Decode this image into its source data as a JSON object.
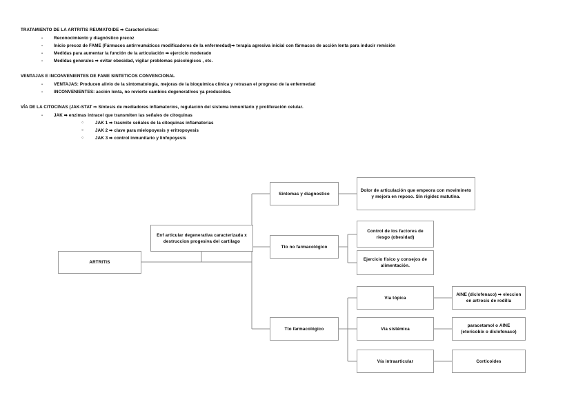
{
  "document": {
    "sections": [
      {
        "id": "tratamiento",
        "heading": "TRATAMIENTO DE LA ARTRITIS REUMATOIDE ➡  Características:",
        "bullets": [
          {
            "marker": "-",
            "text": "Reconocimiento y diagnóstico precoz"
          },
          {
            "marker": "-",
            "text": "Inicio precoz de FAME (Fármacos antirreumáticos modificadores de la enfermedad)➡  terapia agresiva inicial con fármacos de acción lenta para inducir remisión"
          },
          {
            "marker": "-",
            "text": "Medidas para aumentar la función de la articulación ➡  ejercicio moderado"
          },
          {
            "marker": "-",
            "text": "Medidas generales ➡  evitar obesidad, vigilar problemas psicológicos , etc."
          }
        ]
      },
      {
        "id": "ventajas",
        "heading": "VENTAJAS E INCONVENIENTES DE FAME SINTETICOS CONVENCIONAL",
        "bullets": [
          {
            "marker": "-",
            "text": "VENTAJAS: Producen alivio de la sintomatología, mejoras de la bioquímica clínica y retrasan el progreso de la enfermedad"
          },
          {
            "marker": "-",
            "text": "INCONVENIENTES: acción lenta, no revierte cambios degenerativos ya producidos."
          }
        ]
      },
      {
        "id": "citocinas",
        "heading": "VÍA DE LA CITOCINAS (JAK-STAT ⇨  Síntesis de mediadores inflamatorios, regulación del sistema inmunitario y proliferación celular.",
        "bullets": [
          {
            "marker": "-",
            "text": "JAK ➡  enzimas intracel que transmiten las señales de citoquinas"
          }
        ],
        "subbullets": [
          {
            "marker": "○",
            "text": "JAK 1 ➡  trasmite señales de la citoquinas inflamatorias"
          },
          {
            "marker": "○",
            "text": "JAK 2 ➡  clave para mielopoyesis y eritropoyesis"
          },
          {
            "marker": "○",
            "text": "JAK 3 ➡  control inmunitario y linfopoyesis"
          }
        ]
      }
    ]
  },
  "diagram": {
    "nodes": {
      "root": "ARTRITIS",
      "definition": "Enf articular degenerativa caracterizada x destruccion progesiva del cartilago",
      "sintomas": "Sintomas y diagnostico",
      "sintomas_detail": "Dolor de articulación que empeora con movimineto y mejora en reposo. Sin rigidez matutina.",
      "tto_no_farma": "Tto no farmacológico",
      "tto_no_farma_1": "Control de los factores de riesgo (obesidad)",
      "tto_no_farma_2": "Ejercicio físico y consejos de alimentación.",
      "tto_farma": "Tto farmacológico",
      "via_topica": "Vía tópica",
      "via_topica_detail": "AINE (diclofenaco) ➡ eleccion en artrosis de rodilla",
      "via_sistemica": "Vía sistémica",
      "via_sistemica_detail": "paracetamol o AINE (etoricobix o diclofenaco)",
      "via_intraarticular": "Vía intraarticular",
      "via_intraarticular_detail": "Corticoides"
    },
    "colors": {
      "node_border": "#9a9a9a",
      "connector": "#8c8c8c",
      "background": "#ffffff",
      "text": "#000000"
    }
  }
}
